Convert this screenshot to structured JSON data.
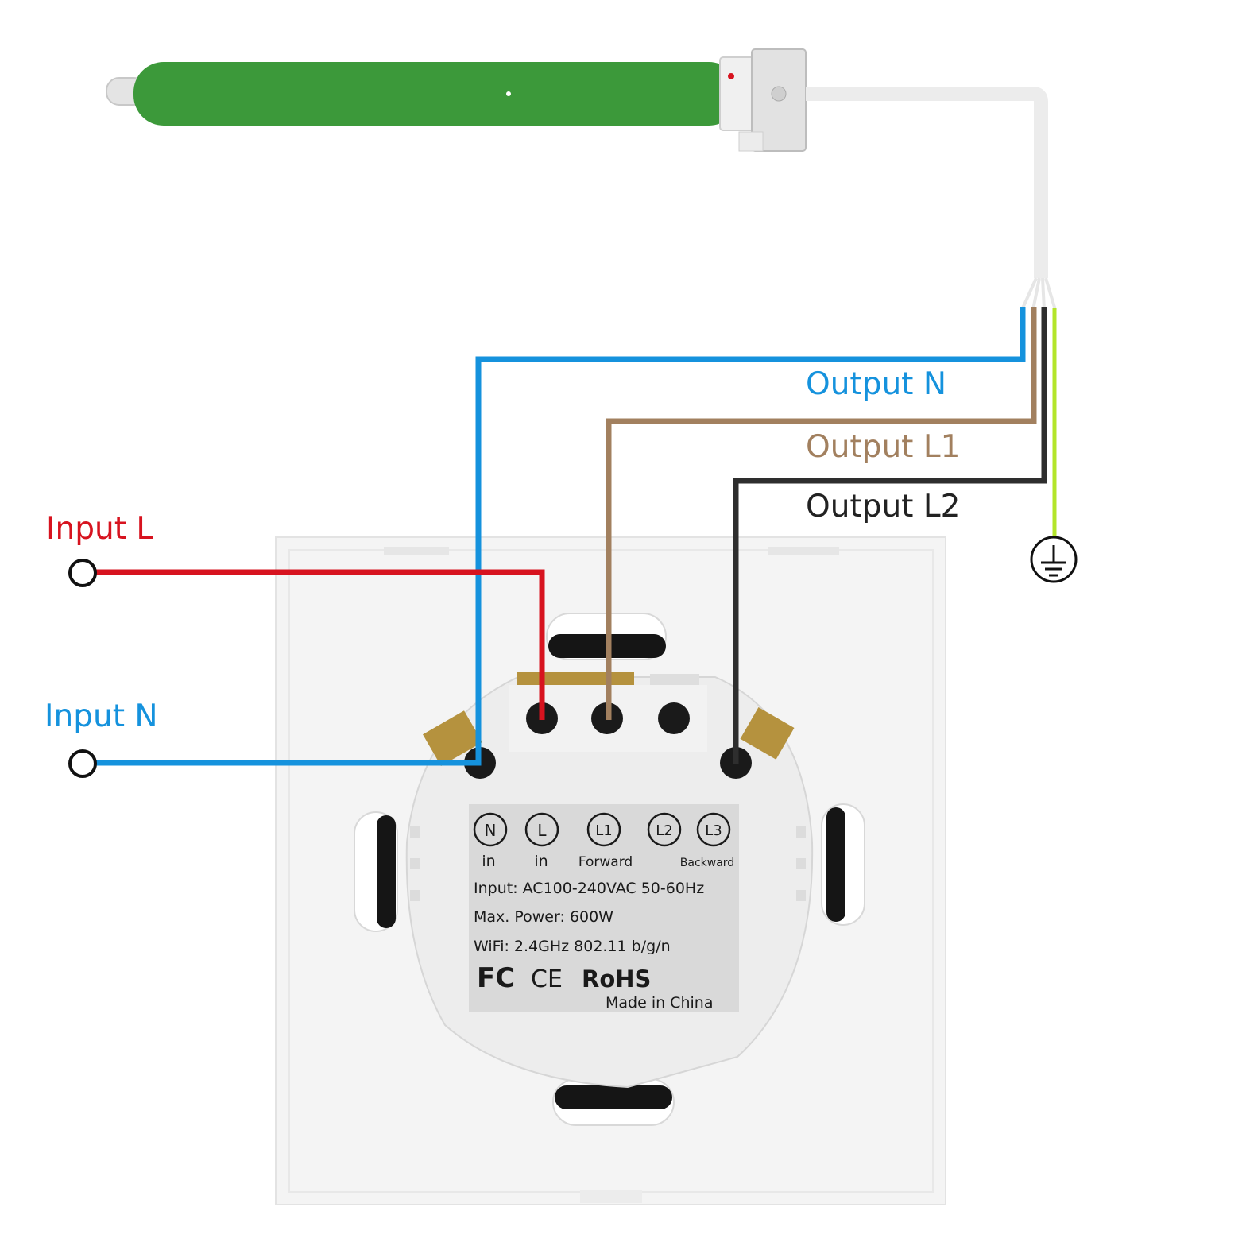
{
  "labels": {
    "input_l": "Input L",
    "input_n": "Input N",
    "output_n": "Output N",
    "output_l1": "Output L1",
    "output_l2": "Output L2"
  },
  "module_label": {
    "terminals": [
      {
        "symbol": "N",
        "caption": "in"
      },
      {
        "symbol": "L",
        "caption": "in"
      },
      {
        "symbol": "L1",
        "caption": "Forward"
      },
      {
        "symbol": "L2",
        "caption": ""
      },
      {
        "symbol": "L3",
        "caption": "Backward"
      }
    ],
    "spec_input": "Input: AC100-240VAC 50-60Hz",
    "spec_power": "Max. Power: 600W",
    "spec_wifi": "WiFi: 2.4GHz 802.11 b/g/n",
    "mark_fc": "FC",
    "mark_ce": "CE",
    "mark_rohs": "RoHS",
    "made_in": "Made in China"
  },
  "colors": {
    "input_l": "#d7131f",
    "neutral": "#1592dd",
    "output_l1": "#a2805f",
    "output_l2": "#2e2e2e",
    "earth": "#b3e52a",
    "motor": "#3c993a",
    "motor_cable": "#ececec",
    "panel": "#f4f4f4",
    "module": "#ededed",
    "spec_label": "#d9d9d9",
    "label_text": "#222222"
  },
  "icons": {
    "ground": "ground-symbol-icon",
    "terminal": "terminal-circle-icon"
  }
}
